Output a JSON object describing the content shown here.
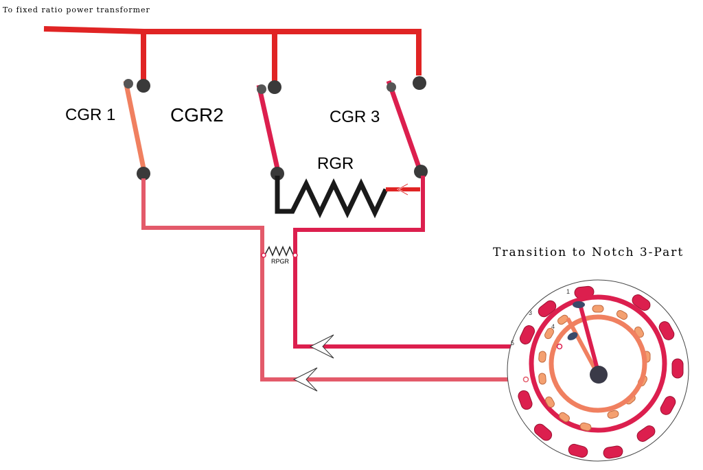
{
  "labels": {
    "top_title": "To fixed ratio power transformer",
    "cgr1": "CGR 1",
    "cgr2": "CGR2",
    "cgr3": "CGR 3",
    "rgr": "RGR",
    "rpgr": "RPGR",
    "transition_title": "Transition to Notch 3-Part",
    "notch_1": "1",
    "notch_3": "3",
    "notch_4": "4",
    "notch_5": "5"
  },
  "colors": {
    "bus_red": "#e02424",
    "crimson": "#dc1f4e",
    "pink": "#e35a6a",
    "salmon": "#f08060",
    "orange_pad": "#f4a070",
    "contact_grey": "#3a3a3a",
    "resistor_black": "#1a1a1a"
  }
}
